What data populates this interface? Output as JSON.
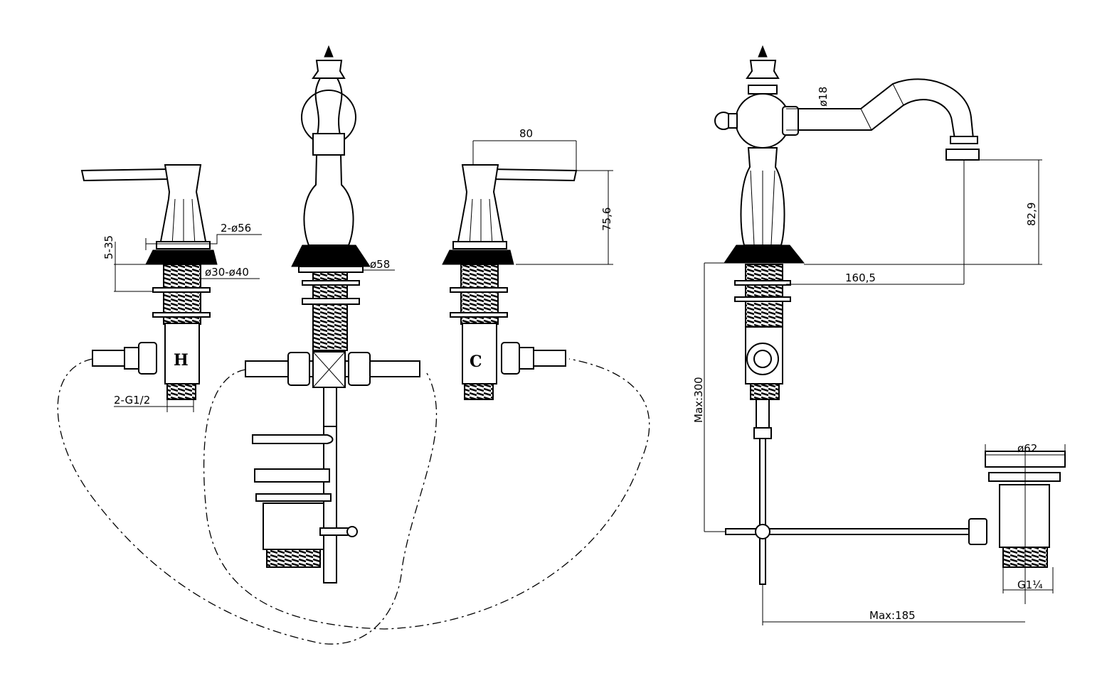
{
  "title": "Three-hole basin mixer technical drawing",
  "front_view": {
    "hot_label": "H",
    "cold_label": "C",
    "dim_handle_width": "80",
    "dim_handle_height": "75,6",
    "dim_deck_thickness": "5-35",
    "dim_flange": "2-ø56",
    "dim_hole": "ø30-ø40",
    "dim_spout_flange": "ø58",
    "dim_connection": "2-G1/2"
  },
  "side_view": {
    "dim_spout_dia": "ø18",
    "dim_outlet_height": "82,9",
    "dim_reach": "160,5",
    "dim_max_depth": "Max:300",
    "dim_waste_dia": "ø62",
    "dim_rod_reach": "Max:185",
    "dim_waste_thread": "G1¼"
  }
}
